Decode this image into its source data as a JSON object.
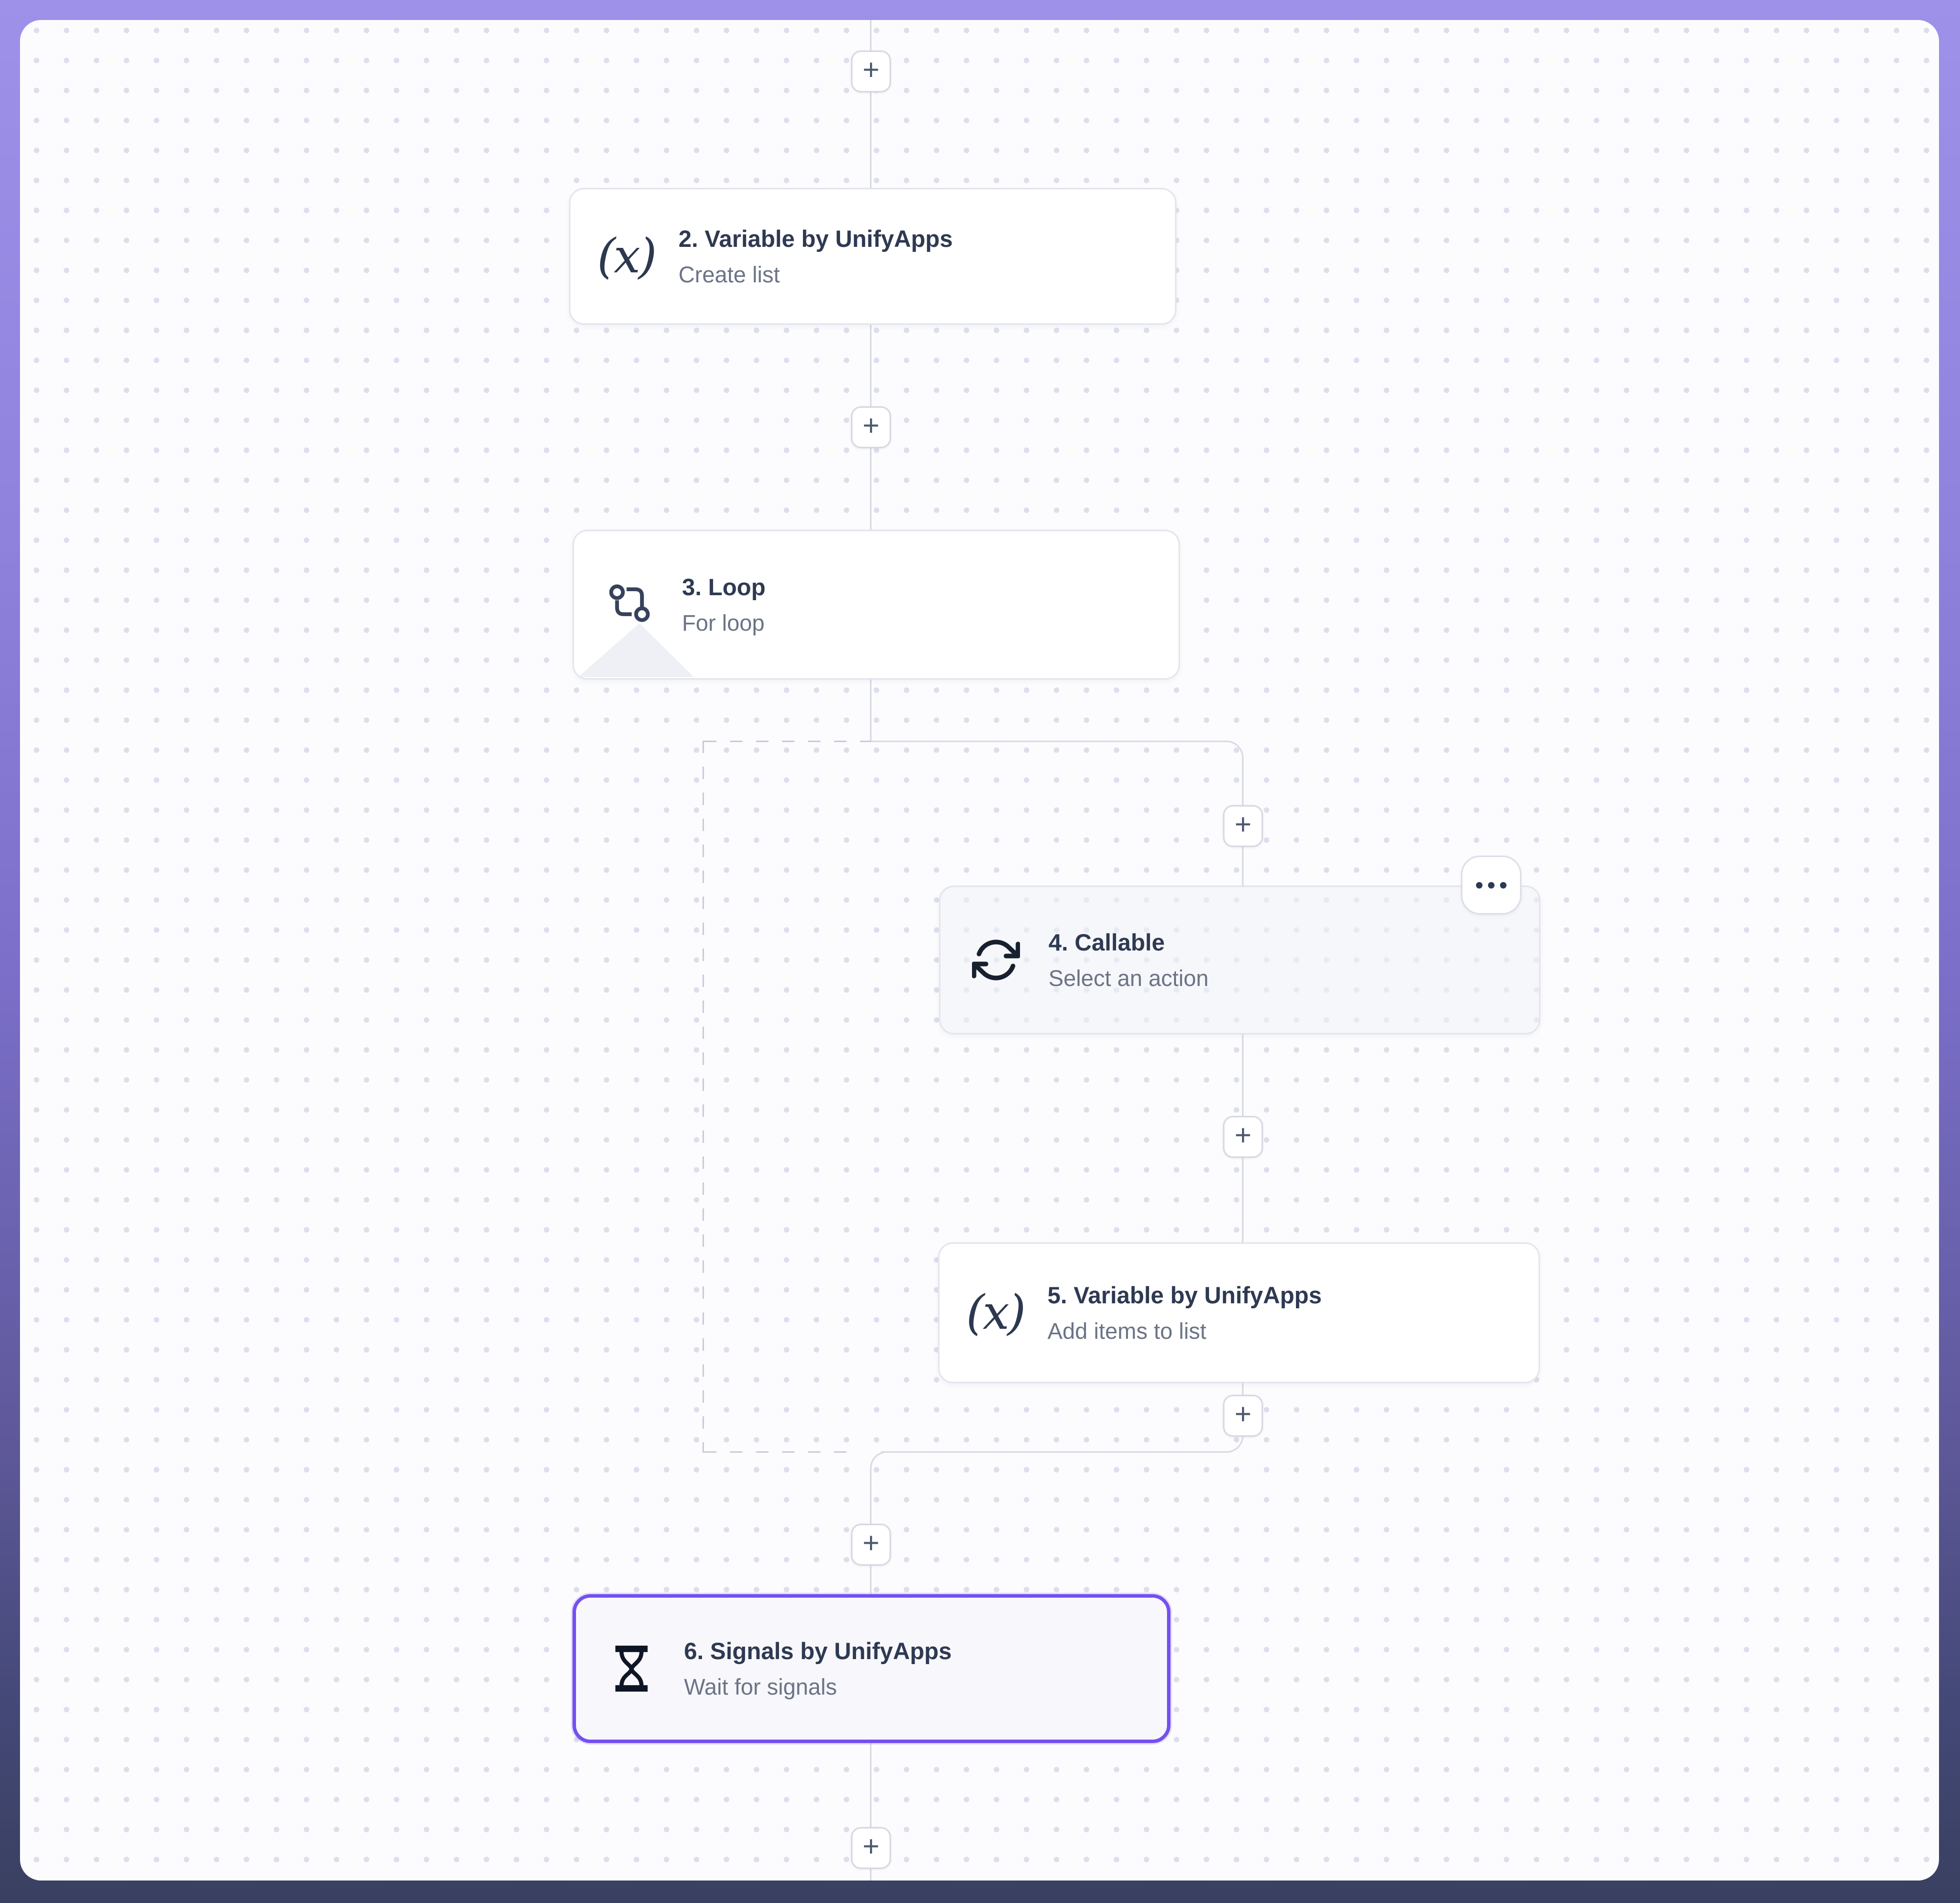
{
  "workflow": {
    "nodes": [
      {
        "title": "2. Variable by UnifyApps",
        "subtitle": "Create list",
        "icon": "variable-x-icon",
        "state": "default"
      },
      {
        "title": "3. Loop",
        "subtitle": "For loop",
        "icon": "loop-icon",
        "state": "default"
      },
      {
        "title": "4. Callable",
        "subtitle": "Select an action",
        "icon": "refresh-cycle-icon",
        "state": "unconfigured",
        "has_menu": true
      },
      {
        "title": "5. Variable by UnifyApps",
        "subtitle": "Add items to list",
        "icon": "variable-x-icon",
        "state": "default"
      },
      {
        "title": "6. Signals by UnifyApps",
        "subtitle": "Wait for signals",
        "icon": "hourglass-icon",
        "state": "selected"
      }
    ],
    "loop_body_of": "3. Loop"
  },
  "labels": {
    "add_step": "+"
  },
  "icons": {
    "variable_glyph": "(x)"
  },
  "colors": {
    "selected_node_border": "#7450f0",
    "connector": "#d7d9e3",
    "loop_dash": "#c9ccd8",
    "node_border": "#e3e5ee",
    "title_text": "#2e3952",
    "subtitle_text": "#6b7486",
    "canvas_bg": "#fcfcfe",
    "frame_gradient_top": "#9d91e9",
    "frame_gradient_bottom": "#394060"
  }
}
